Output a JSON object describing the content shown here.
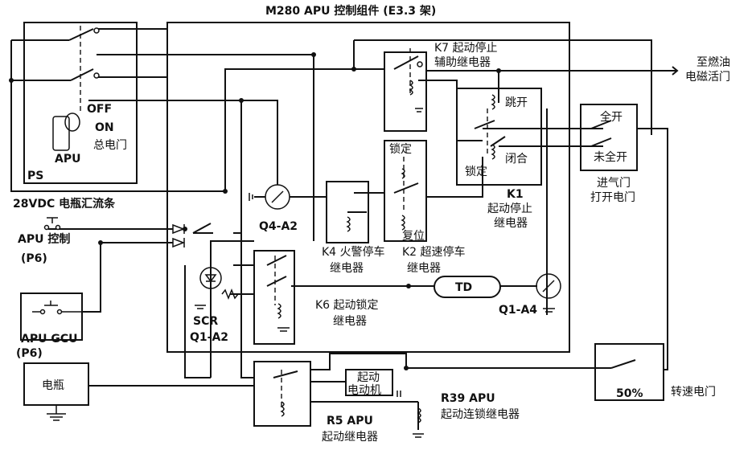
{
  "title": "M280 APU 控制组件 (E3.3 架)",
  "labels": {
    "k7_a": "K7 起动停止",
    "k7_b": "辅助继电器",
    "fuel_a": "至燃油",
    "fuel_b": "电磁活门",
    "off": "OFF",
    "on": "ON",
    "apu_switch": "APU",
    "master_valve": "总电门",
    "ps": "PS",
    "trip": "跳开",
    "close": "闭合",
    "lock_k1": "锁定",
    "lock_k2": "锁定",
    "reset": "复位",
    "full_open": "全开",
    "not_full_open": "未全开",
    "inlet_a": "进气门",
    "inlet_b": "打开电门",
    "k1": "K1",
    "k1_a": "起动停止",
    "k1_b": "继电器",
    "bus": "28VDC 电瓶汇流条",
    "apu_ctrl": "APU 控制",
    "p6_a": "(P6)",
    "q4": "Q4-A2",
    "k4_a": "K4 火警停车",
    "k4_b": "继电器",
    "k2_a": "K2 超速停车",
    "k2_b": "继电器",
    "td": "TD",
    "q1a4": "Q1-A4",
    "scr": "SCR",
    "q1a2": "Q1-A2",
    "k6_a": "K6 起动锁定",
    "k6_b": "继电器",
    "gcu": "APU  GCU",
    "p6_b": "(P6)",
    "battery": "电瓶",
    "starter_a": "起动",
    "starter_b": "电动机",
    "r39_a": "R39  APU",
    "r39_b": "起动连锁继电器",
    "speed_pct": "50%",
    "speed_switch": "转速电门",
    "r5_a": "R5  APU",
    "r5_b": "起动继电器"
  }
}
